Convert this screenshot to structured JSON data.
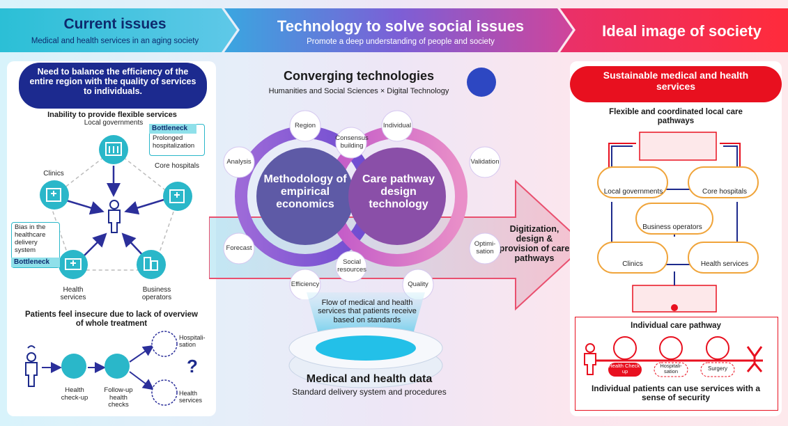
{
  "banner": {
    "current": {
      "title": "Current issues",
      "subtitle": "Medical and health services in an aging society"
    },
    "technology": {
      "title": "Technology to solve social issues",
      "subtitle": "Promote a deep understanding of people and society"
    },
    "ideal": {
      "title": "Ideal image of society"
    }
  },
  "left": {
    "header": "Need to balance the efficiency of the entire region with the quality of services to individuals.",
    "section1": "Inability to provide flexible services",
    "nodes": {
      "local_gov": "Local governments",
      "core": "Core hospitals",
      "clinics": "Clinics",
      "health": "Health services",
      "business": "Business operators"
    },
    "bottleneck_top": {
      "tag": "Bottleneck",
      "text": "Prolonged hospitalization"
    },
    "bottleneck_left": {
      "text": "Bias in the healthcare delivery system",
      "tag": "Bottleneck"
    },
    "section2": "Patients feel insecure due to lack of overview of whole treatment",
    "flow": {
      "checkup": "Health check-up",
      "followup": "Follow-up health checks",
      "hosp": "Hospitali-sation",
      "services": "Health services",
      "question": "?"
    }
  },
  "center": {
    "title": "Converging technologies",
    "subtitle": "Humanities and Social Sciences × Digital Technology",
    "method": "Methodology of empirical economics",
    "care": "Care pathway design technology",
    "keywords": {
      "region": "Region",
      "individual": "Individual",
      "consensus": "Consensus building",
      "analysis": "Analysis",
      "validation": "Validation",
      "forecast": "Forecast",
      "optimisation": "Optimi-sation",
      "social": "Social resources",
      "efficiency": "Efficiency",
      "quality": "Quality"
    },
    "flow_text": "Flow of medical and health services that patients receive based on standards",
    "data_title": "Medical and health data",
    "data_subtitle": "Standard delivery system and procedures",
    "arrow_text": "Digitization, design & provision of care pathways"
  },
  "right": {
    "header": "Sustainable medical and health services",
    "section1": "Flexible and coordinated local care pathways",
    "nodes": {
      "local_gov": "Local governments",
      "core": "Core hospitals",
      "business": "Business operators",
      "clinics": "Clinics",
      "health": "Health services"
    },
    "individual": {
      "title": "Individual care pathway",
      "checkup": "Health Check-up",
      "hosp": "Hospitali-sation",
      "surgery": "Surgery",
      "footer": "Individual patients can use services with a sense of security"
    }
  },
  "colors": {
    "navy": "#1d2a8c",
    "red": "#e8101f",
    "teal": "#1fb0c4",
    "purple": "#8e47c5",
    "pink": "#e0458a",
    "orange": "#f0a43a"
  }
}
